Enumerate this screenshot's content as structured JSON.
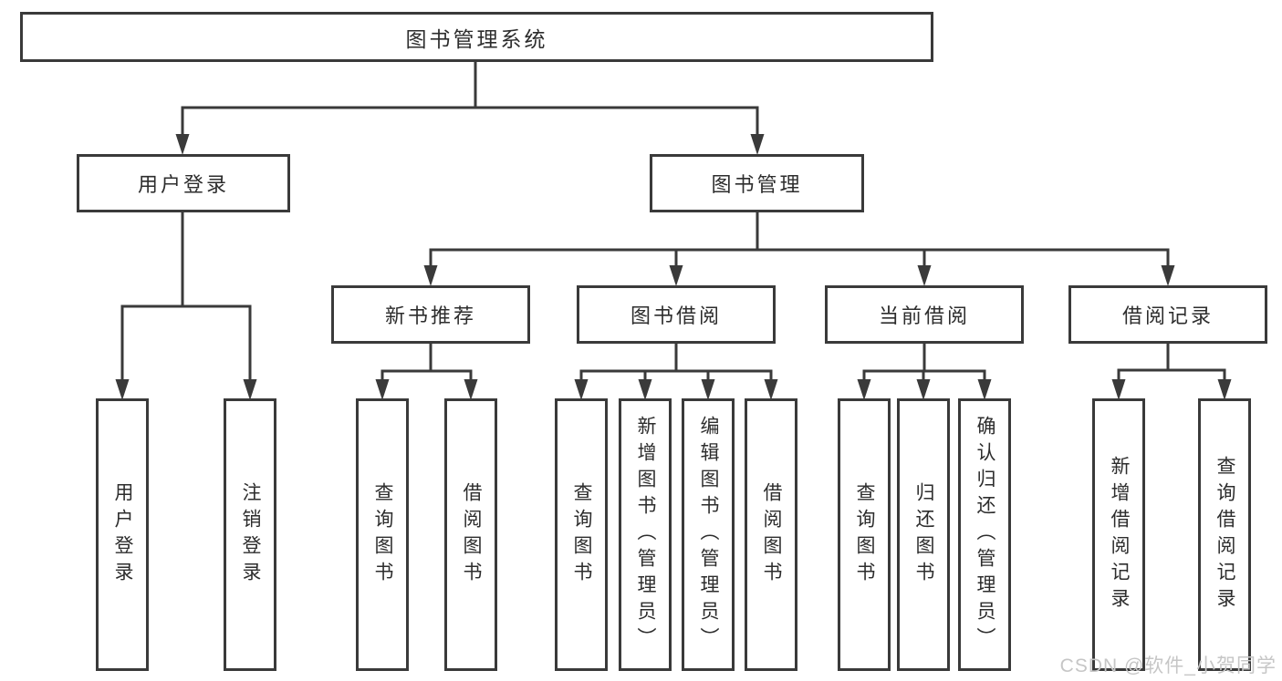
{
  "diagram": {
    "root": {
      "label": "图书管理系统"
    },
    "level2": [
      "用户登录",
      "图书管理"
    ],
    "level3": [
      "新书推荐",
      "图书借阅",
      "当前借阅",
      "借阅记录"
    ],
    "leaves": {
      "user_login": [
        "用户登录",
        "注销登录"
      ],
      "new_book_recommend": [
        "查询图书",
        "借阅图书"
      ],
      "book_borrowing": [
        "查询图书",
        "新增图书（管理员）",
        "编辑图书（管理员）",
        "借阅图书"
      ],
      "current_borrowing": [
        "查询图书",
        "归还图书",
        "确认归还（管理员）"
      ],
      "borrowing_records": [
        "新增借阅记录",
        "查询借阅记录"
      ]
    }
  },
  "watermark": {
    "text": "CSDN @软件_小贺同学"
  },
  "colors": {
    "line": "#3a3a3a",
    "text": "#2d2d2d",
    "background": "#ffffff",
    "watermark": "#c6c6c6"
  }
}
